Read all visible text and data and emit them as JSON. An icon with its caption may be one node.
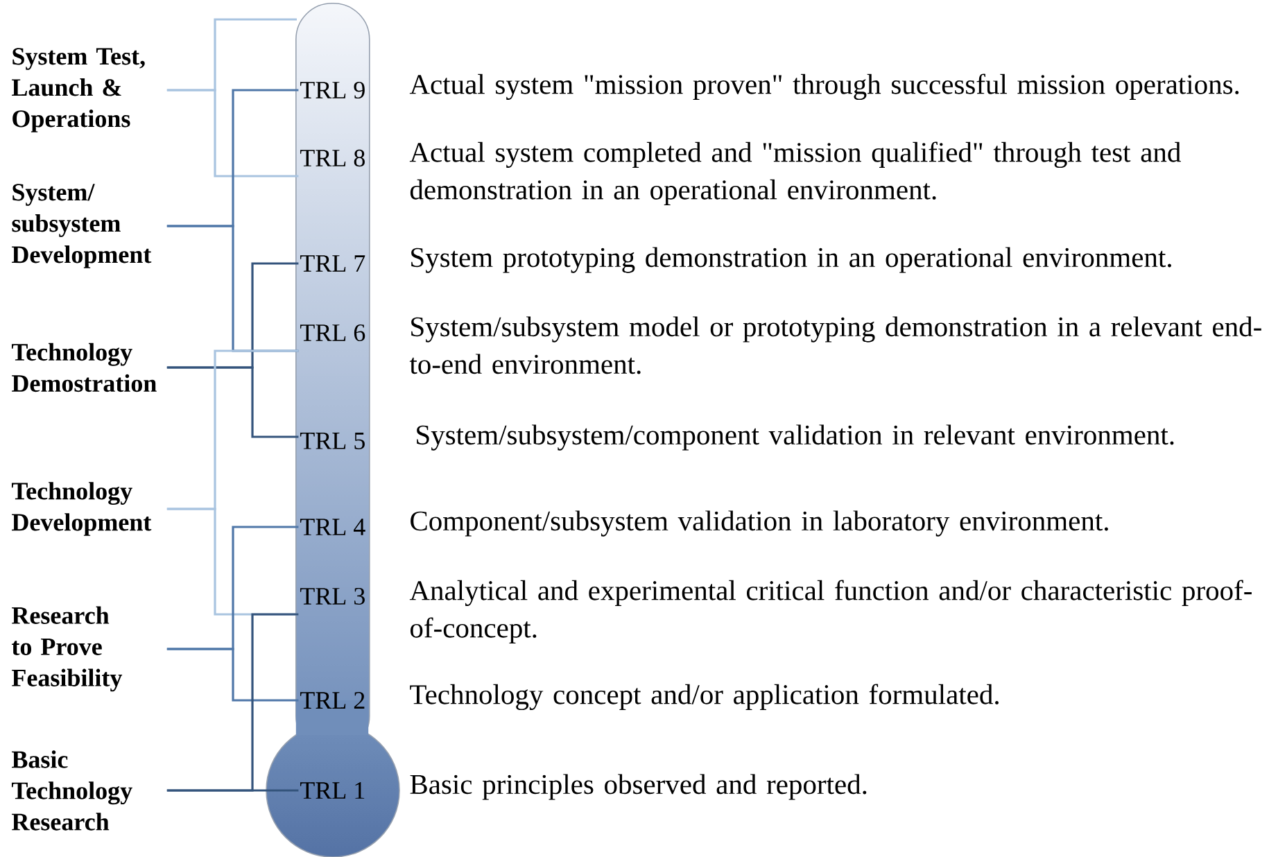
{
  "diagram": {
    "nodes": [
      {
        "text": [
          "System Test, Launch & Operations"
        ]
      },
      {
        "text": [
          "System/ subsystem Development"
        ]
      },
      {
        "text": [
          "Technology Demostration"
        ]
      },
      {
        "text": [
          "Technology Development"
        ]
      },
      {
        "text": [
          "Research to Prove Feasibility"
        ]
      },
      {
        "text": [
          "Basic Technology Research"
        ]
      },
      {
        "text": [],
        "shape": "thermometer"
      },
      {
        "text": [
          "TRL 9"
        ],
        "in": 6,
        "beside": [
          "Actual system \"mission proven\" through successful mission operations."
        ]
      },
      {
        "text": [
          "TRL 8"
        ],
        "in": 6,
        "beside": [
          "Actual system completed and \"mission qualified\" through test and demonstration in an operational environment."
        ]
      },
      {
        "text": [
          "TRL 7"
        ],
        "in": 6,
        "beside": [
          "System prototyping demonstration in an operational environment."
        ]
      },
      {
        "text": [
          "TRL 6"
        ],
        "in": 6,
        "beside": [
          "System/subsystem model or prototyping demonstration in a relevant end-to-end environment."
        ]
      },
      {
        "text": [
          "TRL 5"
        ],
        "in": 6,
        "beside": [
          "System/subsystem/component validation in relevant environment."
        ]
      },
      {
        "text": [
          "TRL 4"
        ],
        "in": 6,
        "beside": [
          "Component/subsystem validation in laboratory environment."
        ]
      },
      {
        "text": [
          "TRL 3"
        ],
        "in": 6,
        "beside": [
          "Analytical and experimental critical function and/or characteristic proof-of-concept."
        ]
      },
      {
        "text": [
          "TRL 2"
        ],
        "in": 6,
        "beside": [
          "Technology concept and/or application formulated."
        ]
      },
      {
        "text": [
          "TRL 1"
        ],
        "in": 6,
        "beside": [
          "Basic principles observed and reported."
        ]
      }
    ],
    "edges": [
      {
        "from": 0,
        "to": 6,
        "arrow": "none",
        "color": "#a9c4e0"
      },
      {
        "from": 0,
        "to": 8,
        "arrow": "none",
        "color": "#a9c4e0"
      },
      {
        "from": 1,
        "to": 7,
        "arrow": "none",
        "color": "#4f77a8"
      },
      {
        "from": 1,
        "to": 10,
        "arrow": "none",
        "color": "#4f77a8"
      },
      {
        "from": 2,
        "to": 9,
        "arrow": "none",
        "color": "#34547c"
      },
      {
        "from": 2,
        "to": 11,
        "arrow": "none",
        "color": "#34547c"
      },
      {
        "from": 3,
        "to": 10,
        "arrow": "none",
        "color": "#a9c4e0"
      },
      {
        "from": 3,
        "to": 13,
        "arrow": "none",
        "color": "#a9c4e0"
      },
      {
        "from": 4,
        "to": 12,
        "arrow": "none",
        "color": "#4f77a8"
      },
      {
        "from": 4,
        "to": 14,
        "arrow": "none",
        "color": "#4f77a8"
      },
      {
        "from": 5,
        "to": 13,
        "arrow": "none",
        "color": "#34547c"
      },
      {
        "from": 5,
        "to": 15,
        "arrow": "none",
        "color": "#34547c"
      }
    ]
  }
}
